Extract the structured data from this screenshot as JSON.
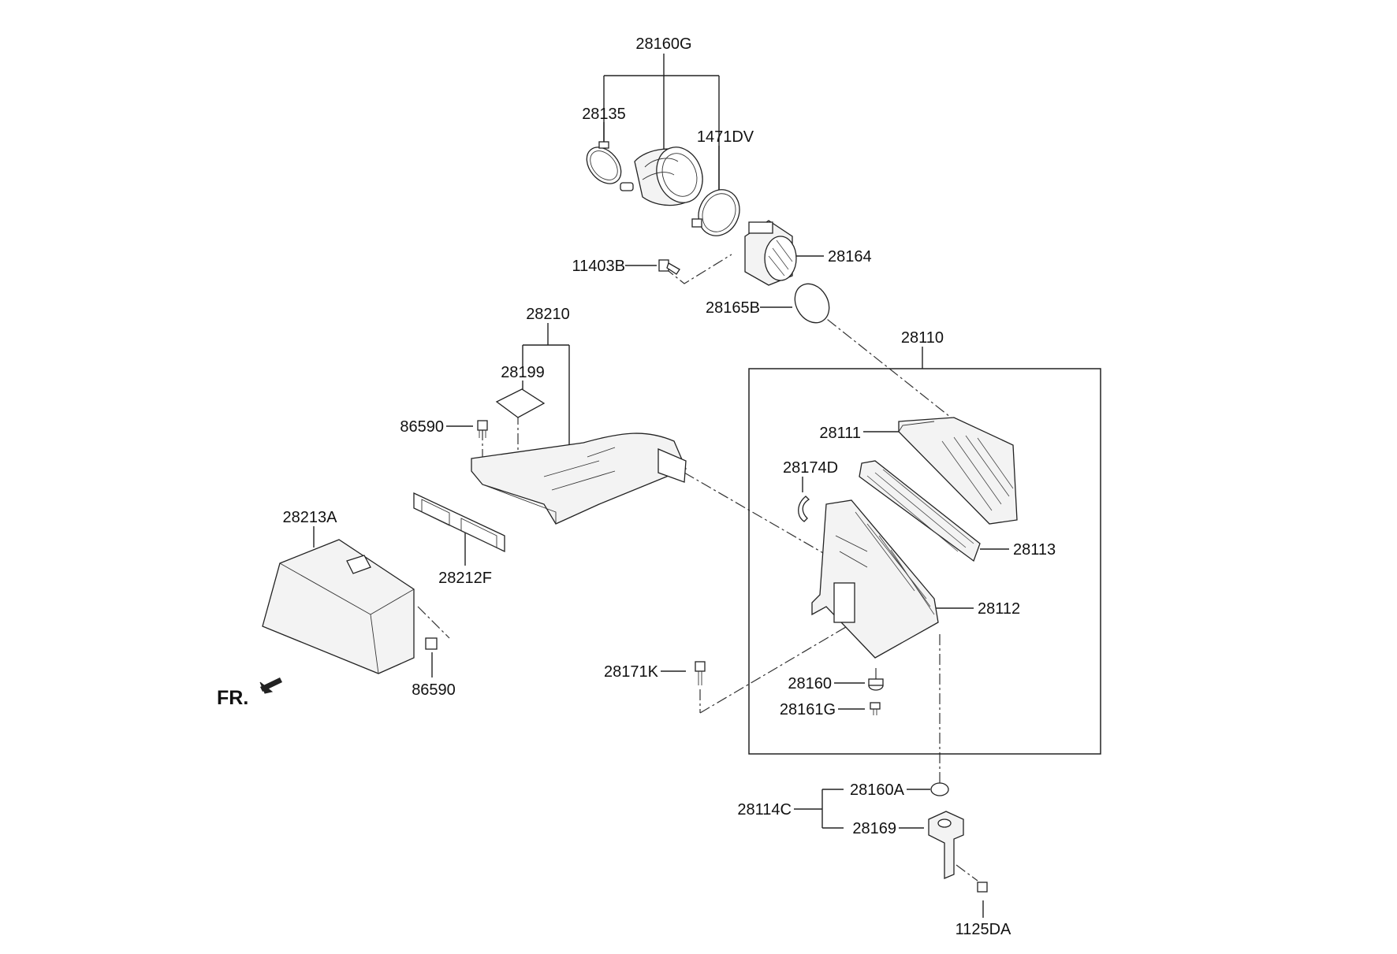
{
  "labels": {
    "p28160G": "28160G",
    "p28135": "28135",
    "p1471DV": "1471DV",
    "p11403B": "11403B",
    "p28164": "28164",
    "p28165B": "28165B",
    "p28210": "28210",
    "p28199": "28199",
    "p86590_top": "86590",
    "p28110": "28110",
    "p28111": "28111",
    "p28174D": "28174D",
    "p28113": "28113",
    "p28213A": "28213A",
    "p28212F": "28212F",
    "p28112": "28112",
    "p28171K": "28171K",
    "p28160": "28160",
    "p28161G": "28161G",
    "p86590_bottom": "86590",
    "fr": "FR.",
    "p28160A": "28160A",
    "p28114C": "28114C",
    "p28169": "28169",
    "p1125DA": "1125DA"
  }
}
